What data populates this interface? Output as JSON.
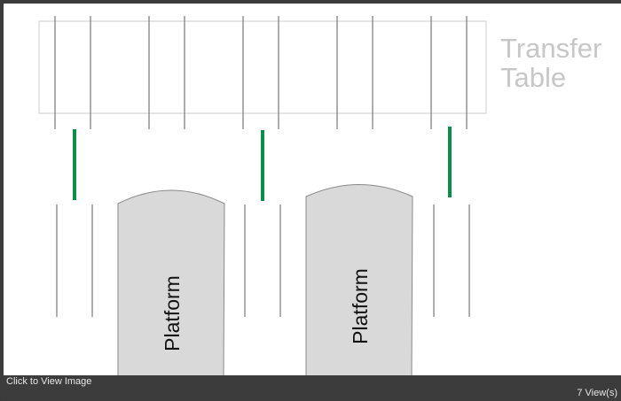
{
  "diagram": {
    "transfer_table_label": "Transfer\nTable",
    "platforms": [
      {
        "label": "Platform"
      },
      {
        "label": "Platform"
      }
    ],
    "colors": {
      "rail": "#777777",
      "table_outline": "#d5d5d5",
      "signal": "#0a8f4a",
      "platform_fill": "#d9d9d9",
      "platform_stroke": "#8a8a8a"
    }
  },
  "footer": {
    "click_label": "Click to View Image",
    "views_count": "7",
    "views_suffix": " View(s)"
  }
}
